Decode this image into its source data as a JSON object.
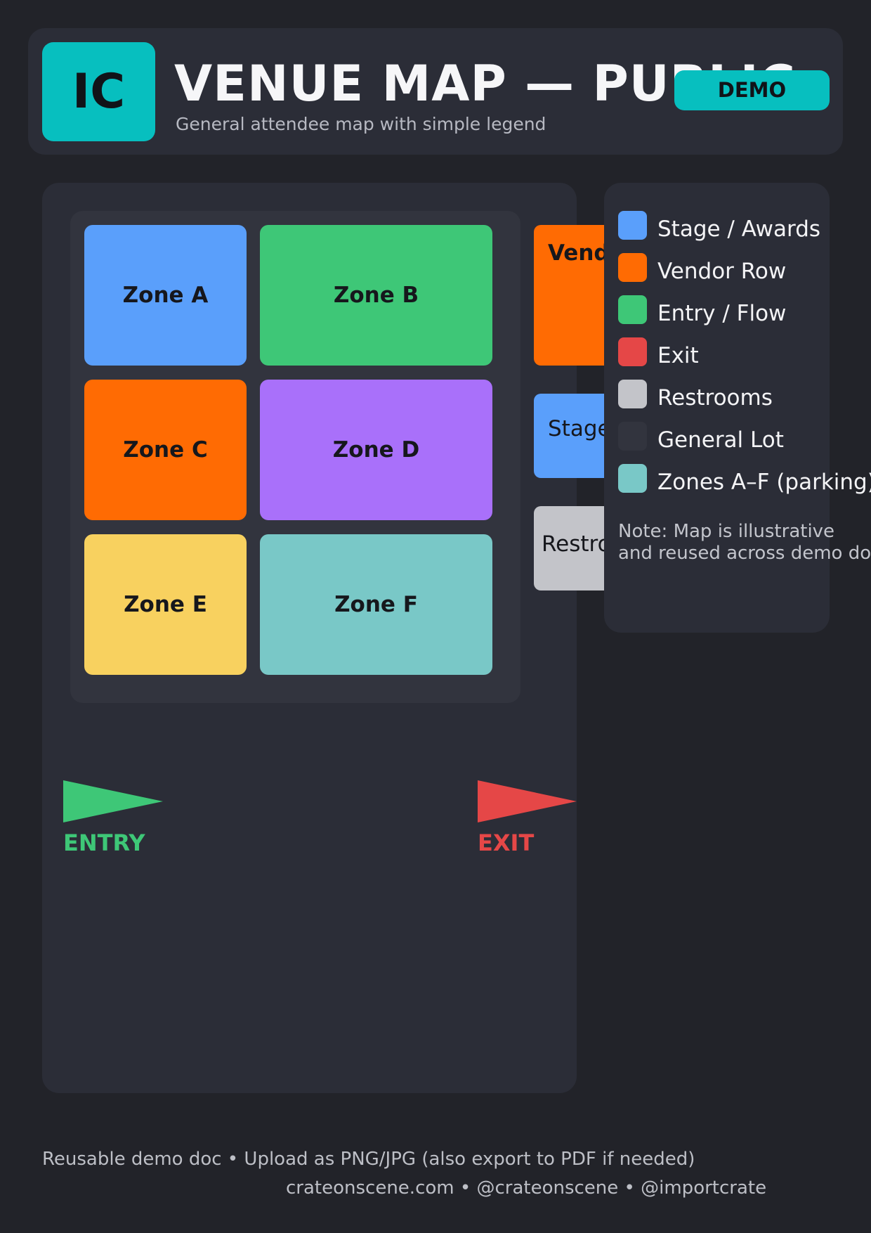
{
  "header": {
    "logo_text": "IC",
    "title": "VENUE MAP — PUBLIC",
    "subtitle": "General attendee map with simple legend",
    "badge": "DEMO"
  },
  "map": {
    "zones": [
      {
        "label": "Zone A",
        "color": "#5a9ffb"
      },
      {
        "label": "Zone B",
        "color": "#3ec777"
      },
      {
        "label": "Zone C",
        "color": "#ff6b03"
      },
      {
        "label": "Zone D",
        "color": "#a970fa"
      },
      {
        "label": "Zone E",
        "color": "#f8d15f"
      },
      {
        "label": "Zone F",
        "color": "#79c8c7"
      }
    ],
    "vendor_row": {
      "label": "Vendor Row",
      "color": "#ff6b03"
    },
    "stage": {
      "label": "Stage / Awards",
      "color": "#5a9ffb"
    },
    "restrooms": {
      "label": "Restrooms",
      "color": "#c3c4c9"
    },
    "entry": {
      "label": "ENTRY",
      "color": "#3ec777"
    },
    "exit": {
      "label": "EXIT",
      "color": "#e54747"
    }
  },
  "legend": {
    "items": [
      {
        "label": "Stage / Awards",
        "color": "#5a9ffb"
      },
      {
        "label": "Vendor Row",
        "color": "#ff6b03"
      },
      {
        "label": "Entry / Flow",
        "color": "#3ec777"
      },
      {
        "label": "Exit",
        "color": "#e54747"
      },
      {
        "label": "Restrooms",
        "color": "#c3c4c9"
      },
      {
        "label": "General Lot",
        "color": "#32343e"
      },
      {
        "label": "Zones A–F (parking)",
        "color": "#79c8c7"
      }
    ],
    "note_line1": "Note: Map is illustrative",
    "note_line2": "and reused across demo docs."
  },
  "footer": {
    "line1": "Reusable demo doc • Upload as PNG/JPG (also export to PDF if needed)",
    "line2": "crateonscene.com  •  @crateonscene  •  @importcrate"
  }
}
